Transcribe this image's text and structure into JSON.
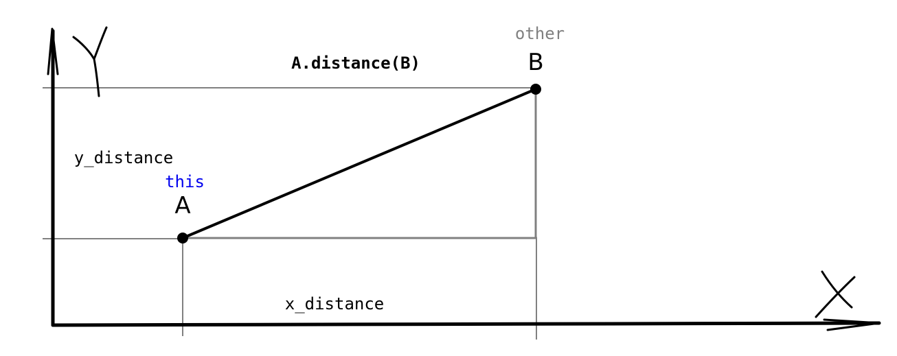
{
  "labels": {
    "method_call": "A.distance(B)",
    "y_distance": "y_distance",
    "x_distance": "x_distance",
    "this_label": "this",
    "other_label": "other",
    "point_a": "A",
    "point_b": "B"
  },
  "colors": {
    "this": "#0000ee",
    "other": "#808080",
    "main_line": "#000000",
    "leg_line": "#808080",
    "guide_line": "#000000"
  }
}
